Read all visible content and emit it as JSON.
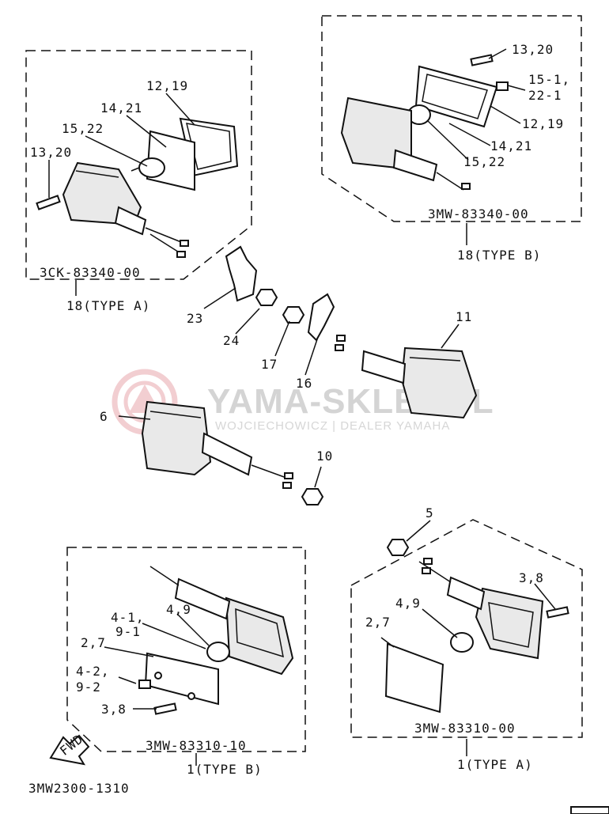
{
  "watermark": {
    "brand": "YAMA-SKLEP.PL",
    "dealer": "WOJCIECHOWICZ | DEALER YAMAHA",
    "logo_color": "#e8a7ad"
  },
  "diagram_code": "3MW2300-1310",
  "fwd_label": "FWD",
  "assemblies": {
    "rear_left": {
      "code": "3CK-83340-00",
      "ref": "18(TYPE  A)"
    },
    "rear_right": {
      "code": "3MW-83340-00",
      "ref": "18(TYPE  B)"
    },
    "front_left": {
      "code": "3MW-83310-10",
      "ref": "1(TYPE  B)"
    },
    "front_right": {
      "code": "3MW-83310-00",
      "ref": "1(TYPE  A)"
    }
  },
  "callouts": {
    "a_12_19": "12,19",
    "a_14_21": "14,21",
    "a_15_22": "15,22",
    "a_13_20": "13,20",
    "b_13_20": "13,20",
    "b_15_1": "15-1,",
    "b_22_1": "22-1",
    "b_12_19": "12,19",
    "b_14_21": "14,21",
    "b_15_22": "15,22",
    "p23": "23",
    "p24": "24",
    "p17": "17",
    "p16": "16",
    "p11": "11",
    "p6": "6",
    "p10": "10",
    "p5": "5",
    "fb_4_9": "4,9",
    "fb_4_1": "4-1,",
    "fb_9_1": "9-1",
    "fb_2_7": "2,7",
    "fb_4_2": "4-2,",
    "fb_9_2": "9-2",
    "fb_3_8": "3,8",
    "fa_3_8": "3,8",
    "fa_4_9": "4,9",
    "fa_2_7": "2,7"
  }
}
